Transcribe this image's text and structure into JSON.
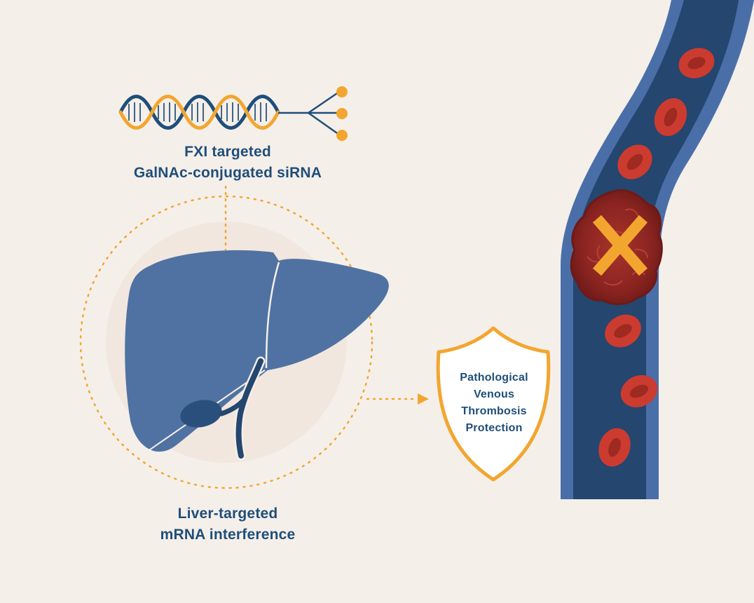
{
  "siRNA": {
    "line1": "FXI targeted",
    "line2": "GalNAc-conjugated siRNA"
  },
  "liver": {
    "line1": "Liver-targeted",
    "line2": "mRNA interference"
  },
  "shield": {
    "line1": "Pathological",
    "line2": "Venous",
    "line3": "Thrombosis",
    "line4": "Protection"
  },
  "colors": {
    "background": "#f5efea",
    "navy": "#1f4e79",
    "liver_blue": "#4f72a2",
    "orange": "#f2a630",
    "vessel_wall": "#4a6fa8",
    "vessel_lumen": "#24466f",
    "rbc_red": "#cc3b30",
    "clot": "#8e2320"
  },
  "icons": {
    "dna": "dna-helix-icon",
    "galnac": "galnac-ligand-icon",
    "liver": "liver-icon",
    "shield": "shield-icon",
    "clot": "blood-clot-icon",
    "blocked": "cross-mark-icon"
  }
}
